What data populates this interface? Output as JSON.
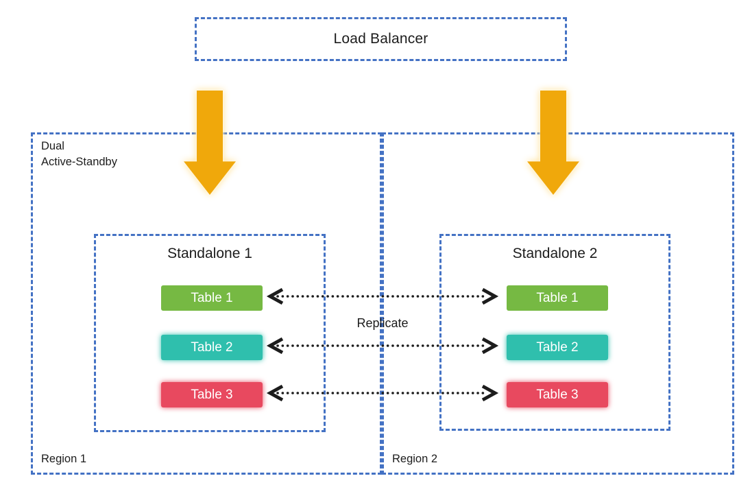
{
  "colors": {
    "border_blue": "#4472C4",
    "arrow_amber": "#F0A80B",
    "arrow_glow": "#FFDF8E",
    "ink": "#1C1C1C",
    "chip_text": "#FFFFFF"
  },
  "load_balancer": {
    "label": "Load Balancer"
  },
  "replicate_label": "Replicate",
  "region1": {
    "mode_label": "Dual\nActive-Standby",
    "name_label": "Region 1",
    "standalone": {
      "title": "Standalone 1",
      "tables": [
        {
          "label": "Table 1",
          "color": "#76B943"
        },
        {
          "label": "Table 2",
          "color": "#2FBFAD"
        },
        {
          "label": "Table 3",
          "color": "#E8495F"
        }
      ]
    }
  },
  "region2": {
    "name_label": "Region 2",
    "standalone": {
      "title": "Standalone 2",
      "tables": [
        {
          "label": "Table 1",
          "color": "#76B943"
        },
        {
          "label": "Table 2",
          "color": "#2FBFAD"
        },
        {
          "label": "Table 3",
          "color": "#E8495F"
        }
      ]
    }
  }
}
